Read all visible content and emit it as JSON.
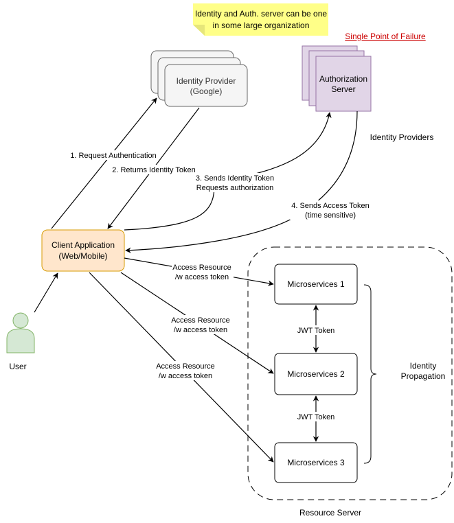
{
  "note": {
    "line1": "Identity and Auth. server can be one",
    "line2": "in some large organization"
  },
  "spof_label": "Single Point of Failure",
  "identity_provider": {
    "line1": "Identity Provider",
    "line2": "(Google)"
  },
  "authorization_server": {
    "line1": "Authorization",
    "line2": "Server"
  },
  "identity_providers_label": "Identity Providers",
  "client_app": {
    "line1": "Client Application",
    "line2": "(Web/Mobile)"
  },
  "user_label": "User",
  "microservices": [
    {
      "label": "Microservices 1"
    },
    {
      "label": "Microservices 2"
    },
    {
      "label": "Microservices 3"
    }
  ],
  "jwt_labels": [
    "JWT Token",
    "JWT Token"
  ],
  "identity_propagation": {
    "line1": "Identity",
    "line2": "Propagation"
  },
  "resource_server_label": "Resource Server",
  "edges": {
    "request_auth": "1. Request Authentication",
    "returns_token": "2. Returns Identity Token",
    "sends_identity_line1": "3. Sends Identity Token",
    "sends_identity_line2": "Requests authorization",
    "sends_access_line1": "4. Sends Access Token",
    "sends_access_line2": "(time sensitive)",
    "access_resource": [
      {
        "line1": "Access Resource",
        "line2": "/w access token"
      },
      {
        "line1": "Access Resource",
        "line2": "/w access token"
      },
      {
        "line1": "Access Resource",
        "line2": "/w access token"
      }
    ]
  },
  "colors": {
    "note_fill": "#ffff88",
    "idp_fill": "#f5f5f5",
    "idp_stroke": "#666666",
    "auth_fill": "#e1d5e7",
    "auth_stroke": "#9673a6",
    "client_fill": "#ffe6cc",
    "client_stroke": "#d79b00",
    "user_fill": "#d5e8d4",
    "user_stroke": "#82b366",
    "spof": "#cc0000"
  }
}
